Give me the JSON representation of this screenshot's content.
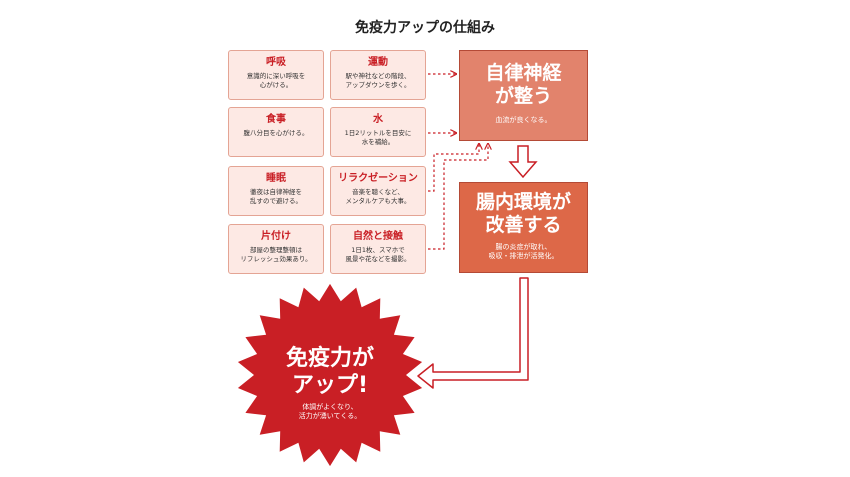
{
  "title": "免疫力アップの仕組み",
  "habits": [
    {
      "heading": "呼吸",
      "text": "意識的に深い呼吸を\n心がける。"
    },
    {
      "heading": "運動",
      "text": "駅や神社などの階段、\nアップダウンを歩く。"
    },
    {
      "heading": "食事",
      "text": "腹八分目を心がける。"
    },
    {
      "heading": "水",
      "text": "1日2リットルを目安に\n水を補給。"
    },
    {
      "heading": "睡眠",
      "text": "徹夜は自律神経を\n乱すので避ける。"
    },
    {
      "heading": "リラクゼーション",
      "text": "音楽を聴くなど、\nメンタルケアも大事。"
    },
    {
      "heading": "片付け",
      "text": "部屋の整理整頓は\nリフレッシュ効果あり。"
    },
    {
      "heading": "自然と接触",
      "text": "1日1枚、スマホで\n風景や花などを撮影。"
    }
  ],
  "result1": {
    "heading": "自律神経\nが整う",
    "text": "血流が良くなる。"
  },
  "result2": {
    "heading": "腸内環境が\n改善する",
    "text": "腸の炎症が取れ、\n吸収・排泄が活発化。"
  },
  "final": {
    "heading": "免疫力が\nアップ!",
    "text": "体調がよくなり、\n活力が湧いてくる。"
  },
  "colors": {
    "accent": "#c91f25",
    "card_bg": "#fde9e4",
    "box1": "#e2836c",
    "box2": "#dd6848"
  }
}
